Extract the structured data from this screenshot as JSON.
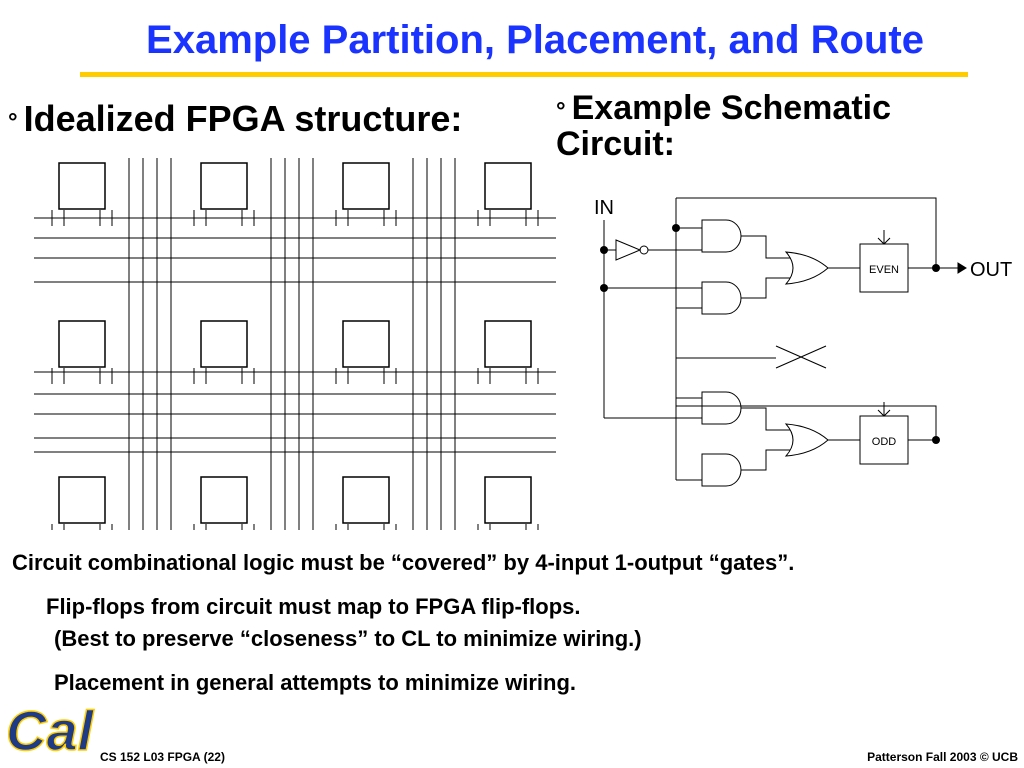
{
  "slide": {
    "title": "Example Partition, Placement, and Route",
    "bullet_mark": "°",
    "left_bullet": "Idealized FPGA structure:",
    "right_bullet": "Example Schematic Circuit:",
    "lines": [
      "Circuit combinational logic must be “covered” by 4-input 1-output “gates”.",
      "Flip-flops from circuit must map to FPGA flip-flops.",
      "(Best to preserve “closeness” to CL to minimize wiring.)",
      "Placement in general attempts to minimize wiring."
    ],
    "footer_left": "CS 152 L03 FPGA (22)",
    "footer_right": "Patterson Fall 2003 © UCB",
    "logo_text": "Cal"
  },
  "schematic": {
    "input_label": "IN",
    "output_label": "OUT",
    "ff_top_label": "EVEN",
    "ff_bottom_label": "ODD"
  },
  "colors": {
    "title": "#1a33ff",
    "rule": "#ffcc00",
    "logo": "#1f3b86",
    "logo_outline": "#ffcc00"
  }
}
